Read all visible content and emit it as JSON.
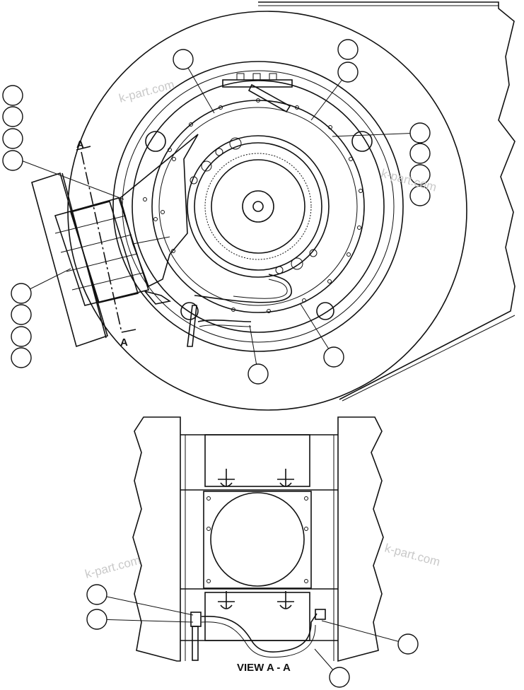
{
  "drawing": {
    "section_marks": [
      "A",
      "A"
    ],
    "view_caption": "VIEW A - A",
    "watermarks": [
      "k-part.com",
      "k-part.com",
      "k-part.com",
      "k-part.com"
    ],
    "callout_balloon_count": 21
  }
}
